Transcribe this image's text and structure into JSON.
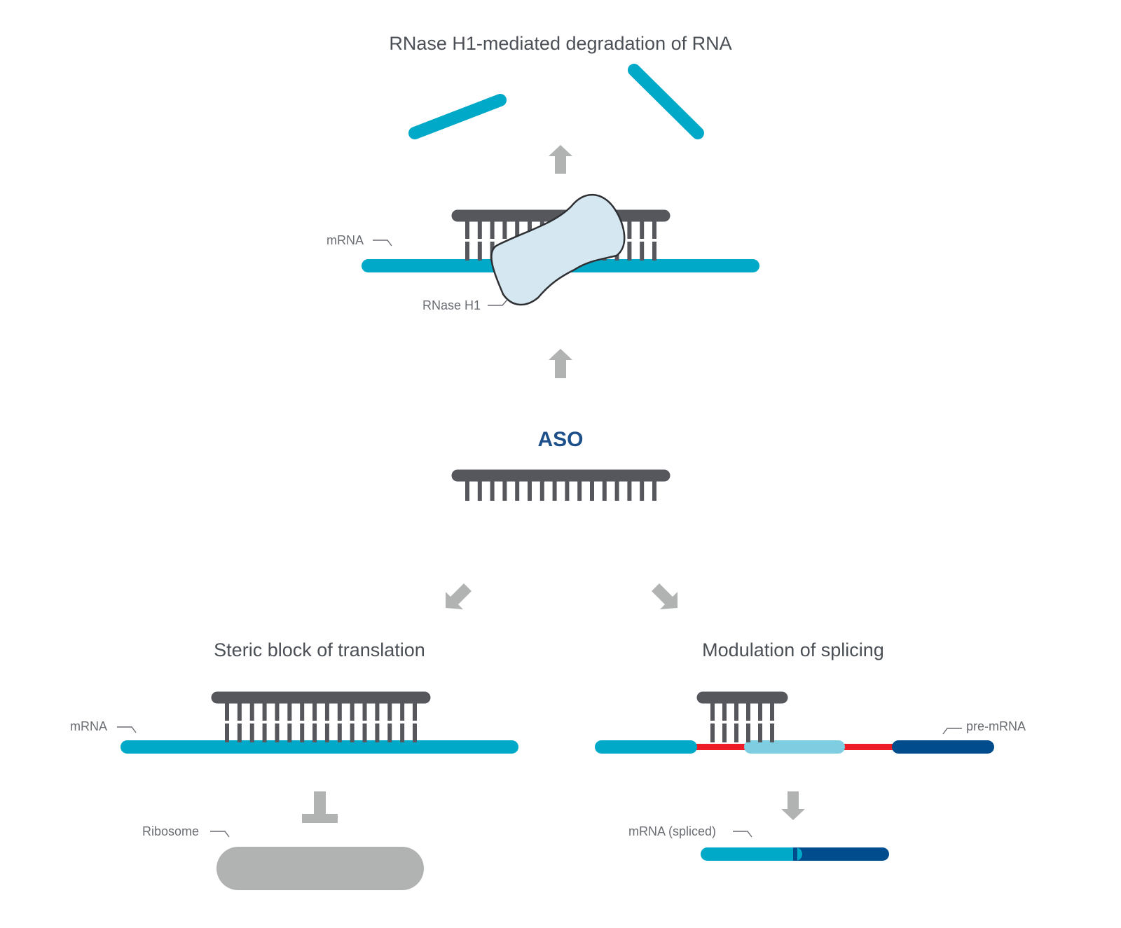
{
  "titles": {
    "top": "RNase H1-mediated degradation of RNA",
    "center": "ASO",
    "left": "Steric block of translation",
    "right": "Modulation of splicing"
  },
  "labels": {
    "mrna_top": "mRNA",
    "rnase_h1": "RNase H1",
    "mrna_left": "mRNA",
    "ribosome": "Ribosome",
    "pre_mrna": "pre-mRNA",
    "mrna_spliced": "mRNA (spliced)"
  },
  "colors": {
    "mrna": "#00a9c7",
    "aso_backbone": "#55575d",
    "arrow": "#b1b2b2",
    "rnase_fill": "#d5e7f0",
    "rnase_stroke": "#2e3034",
    "ribosome": "#b1b2b2",
    "exon_light": "#7ecde0",
    "exon_dark": "#004c8c",
    "intron": "#ee1c25",
    "aso_title": "#1d4f8a"
  }
}
